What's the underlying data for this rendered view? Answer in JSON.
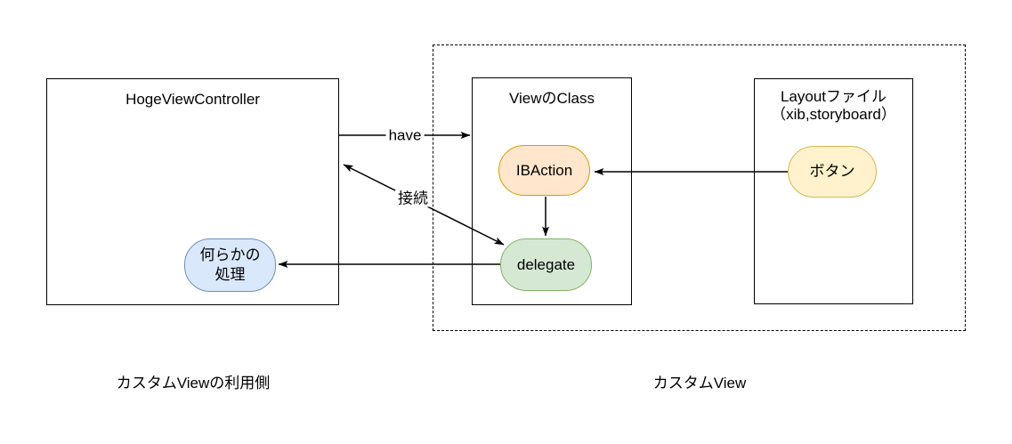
{
  "diagram": {
    "boxes": {
      "hoge": {
        "title": "HogeViewController"
      },
      "view_class": {
        "title": "ViewのClass"
      },
      "layout": {
        "title_line1": "Layoutファイル",
        "title_line2": "（xib,storyboard）"
      }
    },
    "nodes": {
      "shori": {
        "label_line1": "何らかの",
        "label_line2": "処理",
        "fill": "#dae8fc",
        "stroke": "#6c8ebf"
      },
      "ibaction": {
        "label": "IBAction",
        "fill": "#ffe6cc",
        "stroke": "#d79b00"
      },
      "delegate": {
        "label": "delegate",
        "fill": "#d5e8d4",
        "stroke": "#82b366"
      },
      "button": {
        "label": "ボタン",
        "fill": "#fff2cc",
        "stroke": "#d6b656"
      }
    },
    "edges": {
      "have": {
        "label": "have",
        "from": "HogeViewController",
        "to": "ViewのClass"
      },
      "setsuzoku": {
        "label": "接続",
        "from": "HogeViewController",
        "to": "delegate",
        "bidirectional": true
      },
      "button_to_ibaction": {
        "from": "ボタン",
        "to": "IBAction"
      },
      "ibaction_to_delegate": {
        "from": "IBAction",
        "to": "delegate"
      },
      "delegate_to_shori": {
        "from": "delegate",
        "to": "何らかの処理"
      }
    },
    "captions": {
      "left": "カスタムViewの利用側",
      "right": "カスタムView"
    },
    "colors": {
      "line": "#000000",
      "background": "#ffffff"
    }
  }
}
